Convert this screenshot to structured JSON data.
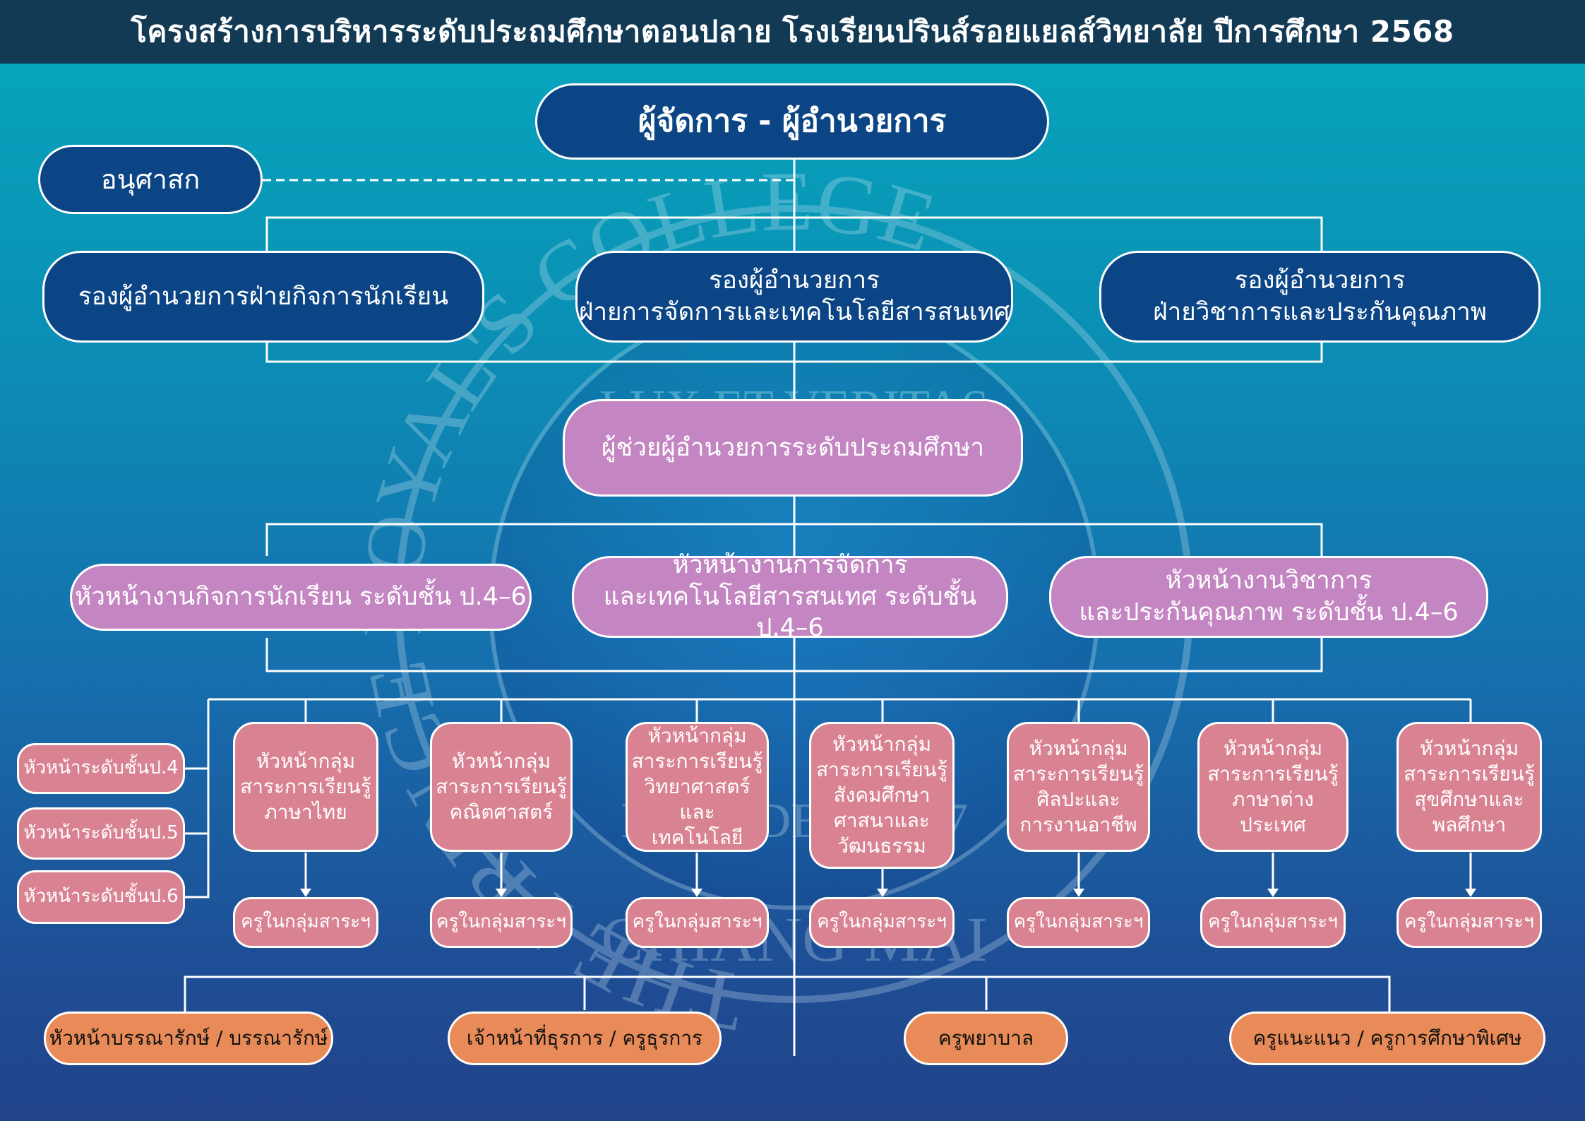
{
  "title": "โครงสร้างการบริหารระดับประถมศึกษาตอนปลาย โรงเรียนปรินส์รอยแยลส์วิทยาลัย ปีการศึกษา 2568",
  "seal": {
    "ring_text": "THE PRINCE ROYAL'S COLLEGE",
    "motto": "LUX ET VERITAS",
    "founded": "FOUNDED 1887",
    "location": "CHIANG MAI"
  },
  "top": {
    "director": "ผู้จัดการ - ผู้อำนวยการ",
    "advisor": "อนุศาสก"
  },
  "deputies": {
    "student": "รองผู้อำนวยการฝ่ายกิจการนักเรียน",
    "management": [
      "รองผู้อำนวยการ",
      "ฝ่ายการจัดการและเทคโนโลยีสารสนเทศ"
    ],
    "academic": [
      "รองผู้อำนวยการ",
      "ฝ่ายวิชาการและประกันคุณภาพ"
    ]
  },
  "assistant": "ผู้ช่วยผู้อำนวยการระดับประถมศึกษา",
  "heads": {
    "student": "หัวหน้างานกิจการนักเรียน ระดับชั้น ป.4–6",
    "management": [
      "หัวหน้างานการจัดการ",
      "และเทคโนโลยีสารสนเทศ ระดับชั้น ป.4–6"
    ],
    "academic": [
      "หัวหน้างานวิชาการ",
      "และประกันคุณภาพ ระดับชั้น ป.4–6"
    ]
  },
  "grade_heads": [
    "หัวหน้าระดับชั้นป.4",
    "หัวหน้าระดับชั้นป.5",
    "หัวหน้าระดับชั้นป.6"
  ],
  "subject_groups": [
    {
      "lines": [
        "หัวหน้ากลุ่ม",
        "สาระการเรียนรู้",
        "ภาษาไทย"
      ],
      "teachers": "ครูในกลุ่มสาระฯ"
    },
    {
      "lines": [
        "หัวหน้ากลุ่ม",
        "สาระการเรียนรู้",
        "คณิตศาสตร์"
      ],
      "teachers": "ครูในกลุ่มสาระฯ"
    },
    {
      "lines": [
        "หัวหน้ากลุ่ม",
        "สาระการเรียนรู้",
        "วิทยาศาสตร์และ",
        "เทคโนโลยี"
      ],
      "teachers": "ครูในกลุ่มสาระฯ"
    },
    {
      "lines": [
        "หัวหน้ากลุ่ม",
        "สาระการเรียนรู้",
        "สังคมศึกษา",
        "ศาสนาและ",
        "วัฒนธรรม"
      ],
      "teachers": "ครูในกลุ่มสาระฯ"
    },
    {
      "lines": [
        "หัวหน้ากลุ่ม",
        "สาระการเรียนรู้",
        "ศิลปะและ",
        "การงานอาชีพ"
      ],
      "teachers": "ครูในกลุ่มสาระฯ"
    },
    {
      "lines": [
        "หัวหน้ากลุ่ม",
        "สาระการเรียนรู้",
        "ภาษาต่างประเทศ"
      ],
      "teachers": "ครูในกลุ่มสาระฯ"
    },
    {
      "lines": [
        "หัวหน้ากลุ่ม",
        "สาระการเรียนรู้",
        "สุขศึกษาและ",
        "พลศึกษา"
      ],
      "teachers": "ครูในกลุ่มสาระฯ"
    }
  ],
  "support_staff": [
    "หัวหน้าบรรณารักษ์ / บรรณารักษ์",
    "เจ้าหน้าที่ธุรการ / ครูธุรการ",
    "ครูพยาบาล",
    "ครูแนะแนว / ครูการศึกษาพิเศษ"
  ],
  "colors": {
    "navy": "#0b4585",
    "purple": "#c486c2",
    "pink": "#d98392",
    "orange": "#e88b58",
    "title_bar": "#123a55"
  }
}
